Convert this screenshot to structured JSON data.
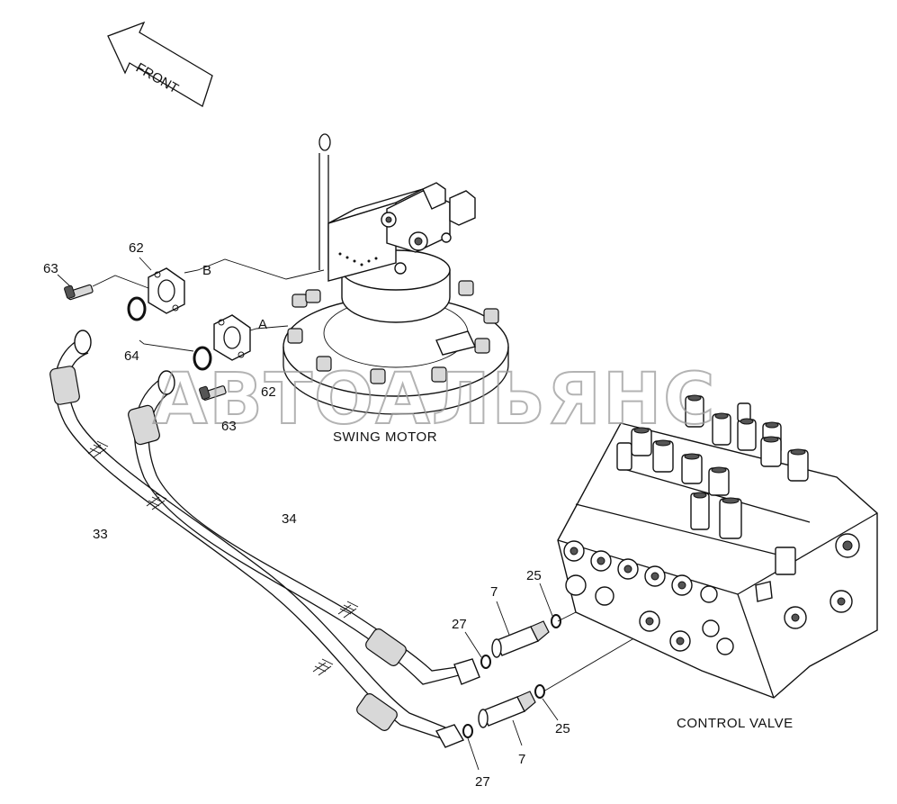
{
  "front_arrow": {
    "label": "FRONT"
  },
  "watermark": "АВТОАЛЬЯНС",
  "captions": {
    "swing_motor": "SWING MOTOR",
    "control_valve": "CONTROL VALVE"
  },
  "port_labels": {
    "a": "A",
    "b": "B"
  },
  "part_numbers": {
    "bolt_top": "63",
    "bolt_bottom": "63",
    "flange_top": "62",
    "flange_bottom": "62",
    "oring": "64",
    "hose_33": "33",
    "hose_34": "34",
    "adapter_top": "7",
    "adapter_bottom": "7",
    "oring_small_top": "25",
    "oring_small_bottom": "25",
    "oring_tip_top": "27",
    "oring_tip_bottom": "27"
  }
}
